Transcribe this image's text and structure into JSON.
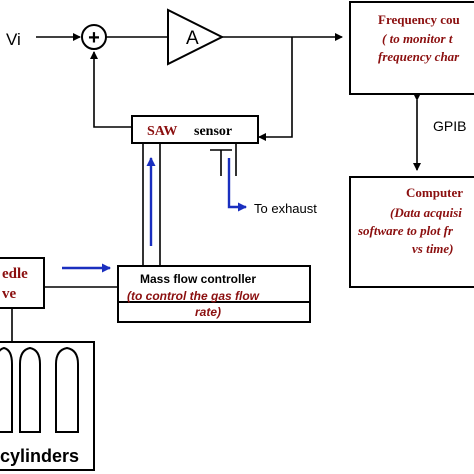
{
  "input_label": "Vi",
  "amplifier_label": "A",
  "summing_symbol": "+",
  "frequency_counter": {
    "title": "Frequency cou",
    "line1": "( to monitor t",
    "line2": "frequency char"
  },
  "gpib_label": "GPIB",
  "saw_sensor": {
    "title": "SAW",
    "suffix": "sensor"
  },
  "exhaust_label": "To exhaust",
  "computer": {
    "title": "Computer",
    "line1": "(Data acquisi",
    "line2": "software to plot fr",
    "line3": "vs time)"
  },
  "mass_flow_controller": {
    "title": "Mass flow controller",
    "line1": "(to control the gas flow",
    "line2": "rate)"
  },
  "needle_valve": {
    "line1": "edle",
    "line2": "ve"
  },
  "gas_cylinders_label": "cylinders",
  "colors": {
    "line": "#000000",
    "dark_red": "#8b0f0f",
    "flow_arrow": "#1a2fbf"
  }
}
